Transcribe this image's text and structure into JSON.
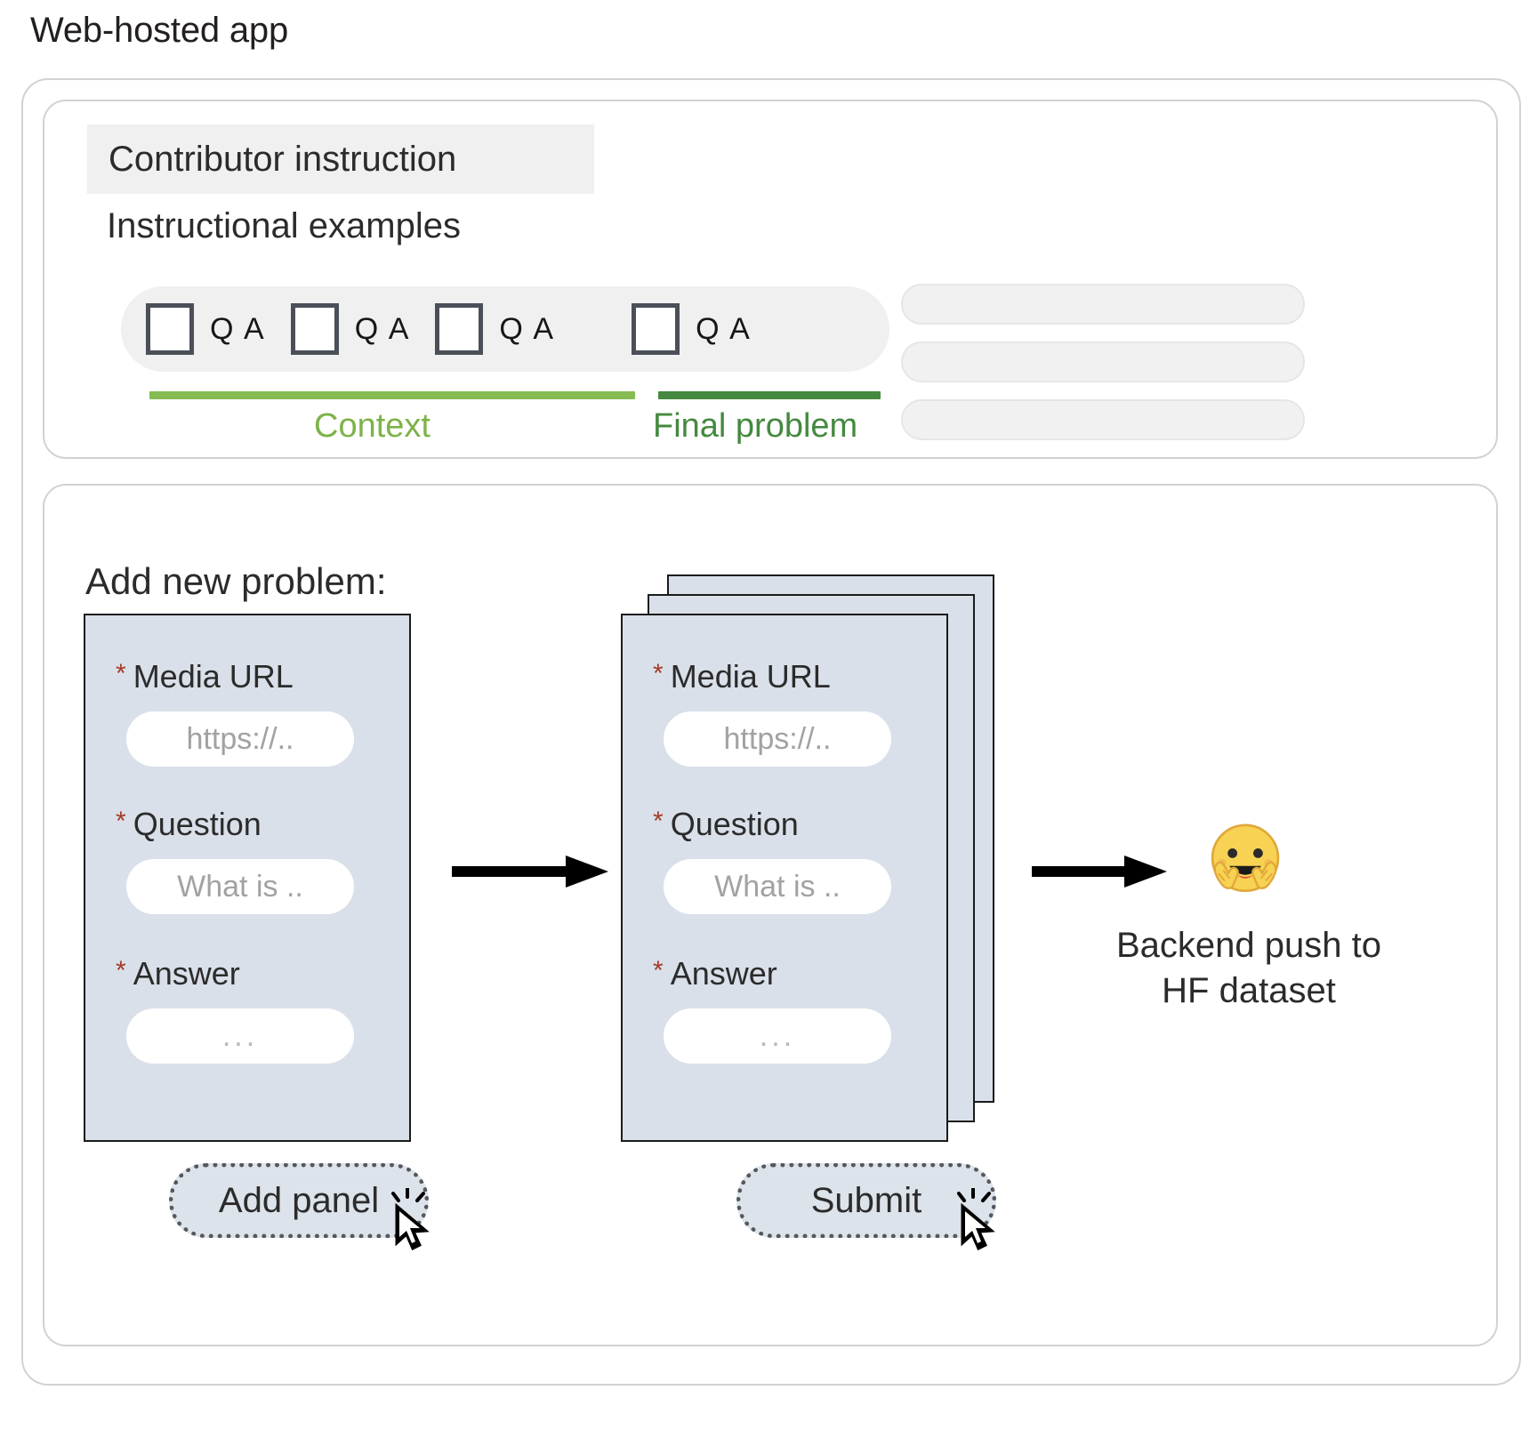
{
  "page": {
    "title": "Web-hosted app"
  },
  "instruction_panel": {
    "chip_label": "Contributor instruction",
    "examples_label": "Instructional examples",
    "qa_items": [
      {
        "checkbox": "unchecked",
        "label": "Q A"
      },
      {
        "checkbox": "unchecked",
        "label": "Q A"
      },
      {
        "checkbox": "unchecked",
        "label": "Q A"
      },
      {
        "checkbox": "unchecked",
        "label": "Q A"
      }
    ],
    "context_caption": "Context",
    "final_caption": "Final problem",
    "placeholder_bars": [
      "",
      "",
      ""
    ],
    "colors": {
      "context_green": "#85bb52",
      "final_green": "#44893f",
      "chip_bg": "#f0f0f0",
      "pill_bg": "#f0f0f0"
    }
  },
  "problem_panel": {
    "heading": "Add new problem:",
    "form_fields": [
      {
        "required_marker": "*",
        "label": "Media URL",
        "placeholder": "https://.."
      },
      {
        "required_marker": "*",
        "label": "Question",
        "placeholder": "What is .."
      },
      {
        "required_marker": "*",
        "label": "Answer",
        "placeholder": "..."
      }
    ],
    "stacked_form_fields": [
      {
        "required_marker": "*",
        "label": "Media URL",
        "placeholder": "https://.."
      },
      {
        "required_marker": "*",
        "label": "Question",
        "placeholder": "What is .."
      },
      {
        "required_marker": "*",
        "label": "Answer",
        "placeholder": "..."
      }
    ],
    "buttons": {
      "add_panel": "Add panel",
      "submit": "Submit"
    },
    "backend": {
      "emoji_name": "hugging-face-emoji",
      "caption": "Backend push to\nHF dataset",
      "caption_line1": "Backend push to",
      "caption_line2": "HF dataset"
    },
    "colors": {
      "panel_bg": "#d9e0e9",
      "panel_border": "#1b1b1b",
      "button_bg": "#dde3ea",
      "required_star": "#a43b28"
    }
  }
}
